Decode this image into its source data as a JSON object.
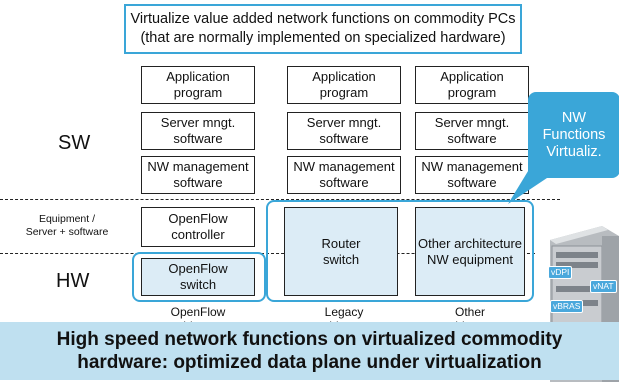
{
  "title": {
    "line1": "Virtualize value added network functions on commodity PCs",
    "line2": "(that are normally implemented on specialized hardware)"
  },
  "rows": {
    "sw": "SW",
    "equip_line1": "Equipment /",
    "equip_line2": "Server + software",
    "hw": "HW"
  },
  "columns": [
    {
      "app": [
        "Application",
        "program"
      ],
      "server": [
        "Server mngt.",
        "software"
      ],
      "nw": [
        "NW management",
        "software"
      ],
      "ctrl": [
        "OpenFlow",
        "controller"
      ],
      "hw": [
        "OpenFlow",
        "switch"
      ],
      "arch": [
        "OpenFlow",
        "architecture"
      ]
    },
    {
      "app": [
        "Application",
        "program"
      ],
      "server": [
        "Server mngt.",
        "software"
      ],
      "nw": [
        "NW management",
        "software"
      ],
      "hw": [
        "Router",
        "switch"
      ],
      "arch": [
        "Legacy",
        "architecture"
      ]
    },
    {
      "app": [
        "Application",
        "program"
      ],
      "server": [
        "Server mngt.",
        "software"
      ],
      "nw": [
        "NW management",
        "software"
      ],
      "hw": [
        "Other architecture",
        "NW equipment"
      ],
      "arch": [
        "Other",
        "architecture"
      ]
    }
  ],
  "callout": [
    "NW",
    "Functions",
    "Virtualiz."
  ],
  "rack_tags": [
    "vDPI",
    "vNAT",
    "vBRAS"
  ],
  "banner": {
    "line1": "High speed network functions on virtualized commodity",
    "line2": "hardware: optimized data plane under virtualization"
  },
  "colors": {
    "accent": "#3aa6d8",
    "cell_fill": "#dcecf6",
    "banner": "#bfe0f0"
  }
}
